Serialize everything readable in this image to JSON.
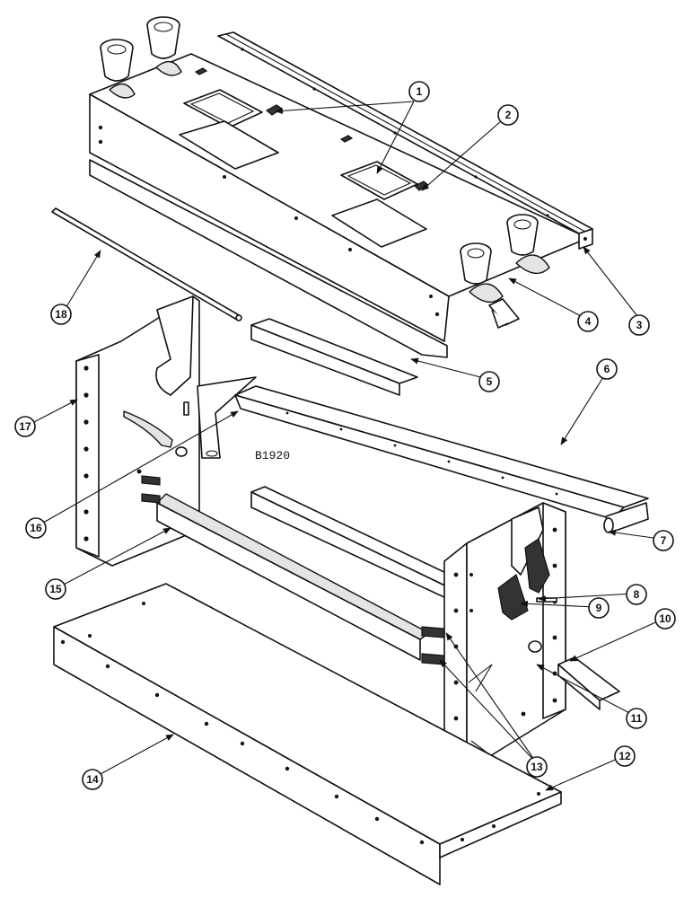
{
  "figure_code": "B1920",
  "callouts": [
    "1",
    "2",
    "3",
    "4",
    "5",
    "6",
    "7",
    "8",
    "9",
    "10",
    "11",
    "12",
    "13",
    "14",
    "15",
    "16",
    "17",
    "18"
  ]
}
